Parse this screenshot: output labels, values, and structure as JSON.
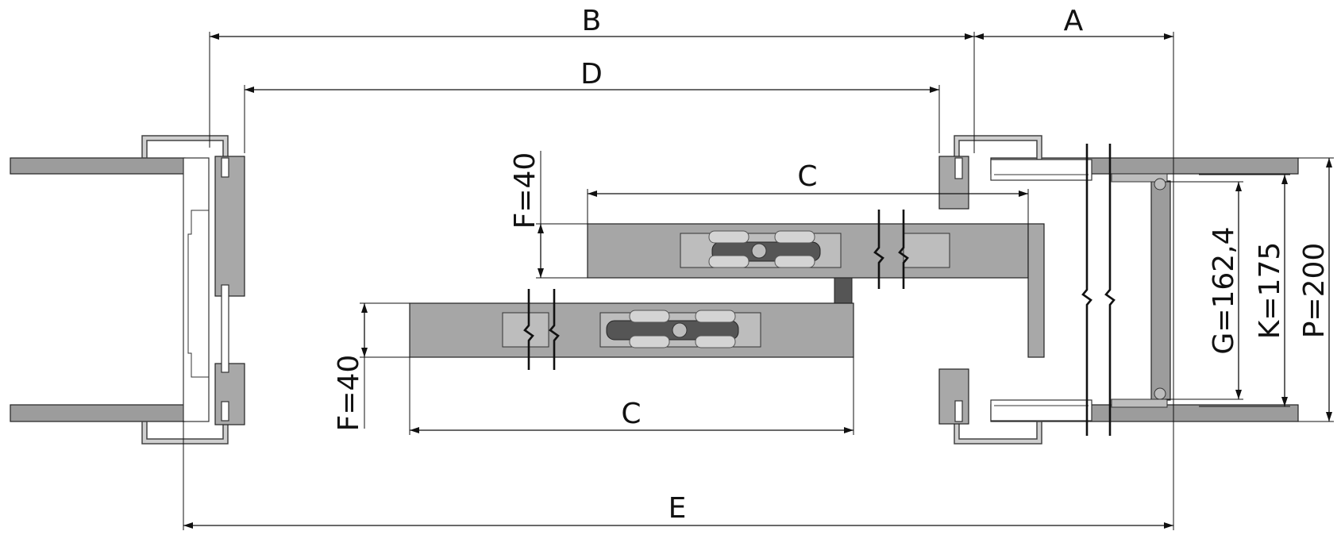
{
  "dimensions": {
    "a": "A",
    "b": "B",
    "c_top": "C",
    "c_bottom": "C",
    "d": "D",
    "e": "E",
    "f_top": "F=40",
    "f_bottom": "F=40",
    "g": "G=162,4",
    "k": "K=175",
    "p": "P=200"
  }
}
